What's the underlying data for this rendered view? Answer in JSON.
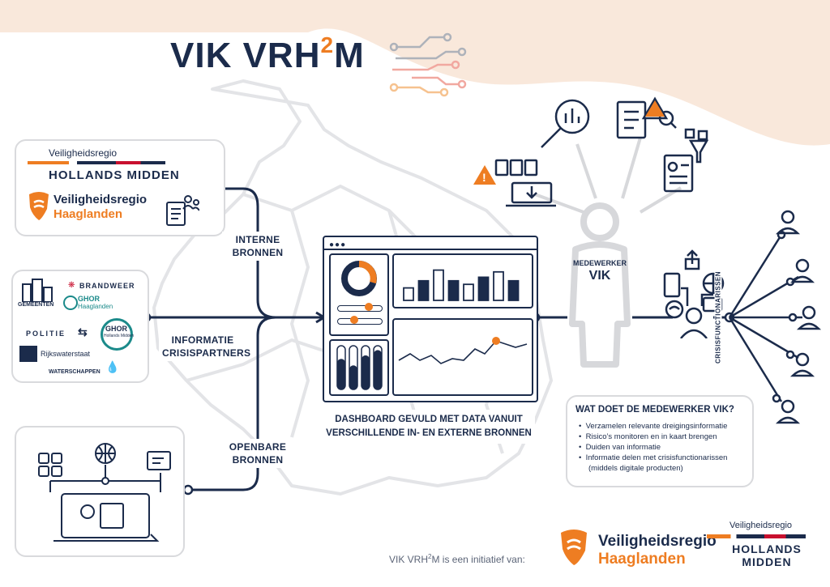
{
  "title": {
    "main": "VIK VRH",
    "sup": "2",
    "end": "M"
  },
  "internal_sources": {
    "vrhm_top": "Veiligheidsregio",
    "vrhm_bottom": "HOLLANDS MIDDEN",
    "vrh_top": "Veiligheidsregio",
    "vrh_bottom": "Haaglanden",
    "label_line1": "INTERNE",
    "label_line2": "BRONNEN"
  },
  "partners": {
    "gemeenten": "GEMEENTEN",
    "brandweer": "BRANDWEER",
    "ghor_h": "GHOR",
    "ghor_h_sub": "Haaglanden",
    "politie": "POLITIE",
    "ghor_hm": "GHOR",
    "ghor_hm_sub": "Hollands Midden",
    "rijkswaterstaat": "Rijkswaterstaat",
    "waterschappen": "WATERSCHAPPEN",
    "label_line1": "INFORMATIE",
    "label_line2": "CRISISPARTNERS"
  },
  "open_sources": {
    "label_line1": "OPENBARE",
    "label_line2": "BRONNEN"
  },
  "dashboard": {
    "caption_line1": "DASHBOARD GEVULD MET DATA VANUIT",
    "caption_line2": "VERSCHILLENDE IN- EN EXTERNE BRONNEN",
    "bars": [
      0.35,
      0.55,
      0.85,
      0.55,
      0.45,
      0.65,
      0.8,
      0.55
    ],
    "vbars": [
      0.7,
      0.55,
      0.78,
      0.9
    ]
  },
  "employee": {
    "line1": "MEDEWERKER",
    "line2": "VIK"
  },
  "crisis_label": "CRISISFUNCTIONARISSEN",
  "tasks": {
    "heading": "WAT DOET DE MEDEWERKER VIK?",
    "items": [
      "Verzamelen relevante dreigingsinformatie",
      "Risico’s monitoren en in kaart brengen",
      "Duiden van informatie",
      "Informatie delen met crisisfunctionarissen",
      "(middels digitale producten)"
    ]
  },
  "footer": {
    "text_a": "VIK VRH",
    "text_sup": "2",
    "text_b": "M is een initiatief van:",
    "vrh_top": "Veiligheidsregio",
    "vrh_bottom": "Haaglanden",
    "vrhm_top": "Veiligheidsregio",
    "vrhm_bottom1": "HOLLANDS",
    "vrhm_bottom2": "MIDDEN"
  },
  "colors": {
    "navy": "#1b2b4b",
    "orange": "#ee7d22",
    "red": "#c8102e",
    "peach": "#f7e3d3",
    "grey": "#d7d8db"
  }
}
